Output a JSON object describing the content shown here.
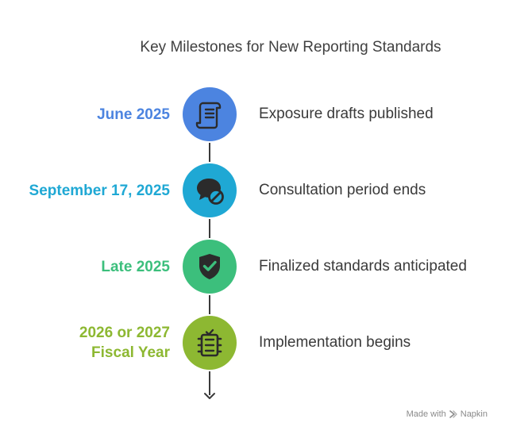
{
  "title": "Key Milestones for New Reporting Standards",
  "milestones": [
    {
      "date": "June 2025",
      "description": "Exposure drafts published",
      "color": "#4c84e0",
      "icon": "scroll-document-icon"
    },
    {
      "date": "September 17, 2025",
      "description": "Consultation period ends",
      "color": "#1fa8d4",
      "icon": "speech-bubble-blocked-icon"
    },
    {
      "date": "Late 2025",
      "description": "Finalized standards anticipated",
      "color": "#3cbf7c",
      "icon": "shield-check-icon"
    },
    {
      "date": "2026 or 2027\nFiscal Year",
      "description": "Implementation begins",
      "color": "#8db832",
      "icon": "clipboard-checklist-icon"
    }
  ],
  "watermark": {
    "made_with": "Made with",
    "brand": "Napkin"
  }
}
